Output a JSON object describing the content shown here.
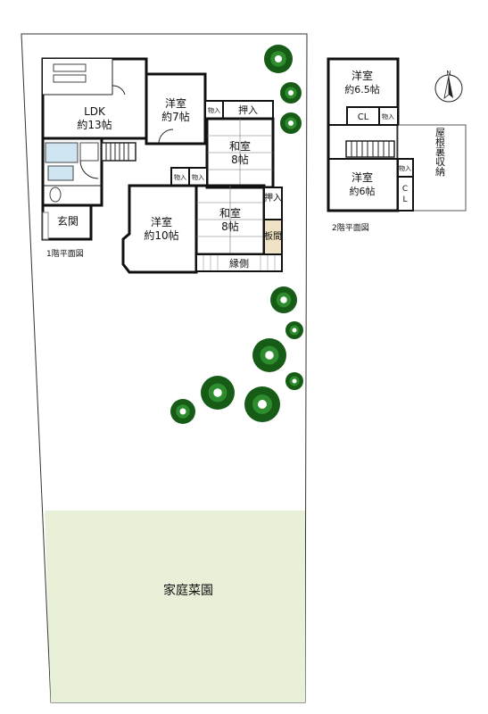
{
  "colors": {
    "ldk_floor": "#f4d98c",
    "tatami": "#dcefd0",
    "garden": "#e8f1d8",
    "bath": "#cfe6f2",
    "tree_dark": "#165c16",
    "tree_mid": "#2e8b2e",
    "wall": "#111111"
  },
  "floor1": {
    "caption": "1階平面図",
    "rooms": {
      "ldk": {
        "name": "LDK",
        "size": "約13帖"
      },
      "yoshitsu7": {
        "name": "洋室",
        "size": "約7帖"
      },
      "washitsu_upper": {
        "name": "和室",
        "size": "8帖"
      },
      "yoshitsu10": {
        "name": "洋室",
        "size": "約10帖"
      },
      "washitsu_lower": {
        "name": "和室",
        "size": "8帖"
      },
      "genkan": "玄関",
      "oshiire_top": "押入",
      "oshiire_right": "押入",
      "itama": "板間",
      "engawa": "縁側",
      "monoire_a": "物入",
      "monoire_b": "物入",
      "monoire_c": "物入"
    }
  },
  "floor2": {
    "caption": "2階平面図",
    "rooms": {
      "yoshitsu65": {
        "name": "洋室",
        "size": "約6.5帖"
      },
      "yoshitsu6": {
        "name": "洋室",
        "size": "約6帖"
      },
      "cl_upper": "CL",
      "cl_lower": "CL",
      "monoire_upper": "物入",
      "monoire_lower": "物入",
      "attic": "屋根裏収納"
    }
  },
  "garden": {
    "label": "家庭菜園"
  },
  "compass": {
    "north": "N",
    "icon": "north-arrow-icon"
  }
}
